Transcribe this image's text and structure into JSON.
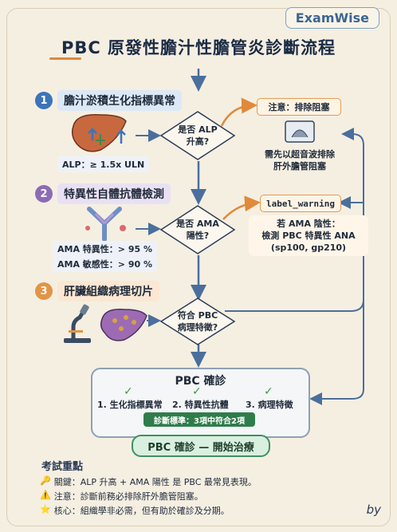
{
  "brand": "ExamWise",
  "title": "PBC 原發性膽汁性膽管炎診斷流程",
  "steps": [
    {
      "num": "1",
      "label": "膽汁淤積生化指標異常",
      "color": "#3c74b8",
      "bg": "#dce8f6"
    },
    {
      "num": "2",
      "label": "特異性自體抗體檢測",
      "color": "#8c6bb6",
      "bg": "#e9e1f3"
    },
    {
      "num": "3",
      "label": "肝臟組織病理切片",
      "color": "#e39446",
      "bg": "#fbe7d2"
    }
  ],
  "step1": {
    "info": "ALP：≥ 1.5x ULN",
    "q_line1": "是否 ALP",
    "q_line2": "升高?",
    "callout": "注意：排除阻塞",
    "note_line1": "需先以超音波排除",
    "note_line2": "肝外膽管阻塞"
  },
  "step2": {
    "info_a": "AMA 特異性：> 95 %",
    "info_b": "AMA 敏感性：> 90 %",
    "q_line1": "是否 AMA",
    "q_line2": "陽性?",
    "callout": "label_warning",
    "note_line1": "若 AMA 陰性：",
    "note_line2": "檢測 PBC 特異性 ANA",
    "note_line3": "(sp100, gp210)"
  },
  "step3": {
    "q_line1": "符合 PBC",
    "q_line2": "病理特徵?"
  },
  "confirm": {
    "title": "PBC 確診",
    "c1": "1. 生化指標異常",
    "c2": "2. 特異性抗體",
    "c3": "3. 病理特徵",
    "check": "✓",
    "standard": "診斷標準：3項中符合2項",
    "final": "PBC 確診 — 開始治療"
  },
  "key": {
    "title": "考試重點",
    "l1_icon": "🔑",
    "l1": "關鍵：ALP 升高 + AMA 陽性 是 PBC 最常見表現。",
    "l2_icon": "⚠️",
    "l2": "注意：診斷前務必排除肝外膽管阻塞。",
    "l3_icon": "⭐",
    "l3": "核心：組織學非必需，但有助於確診及分期。"
  },
  "signature": "by"
}
